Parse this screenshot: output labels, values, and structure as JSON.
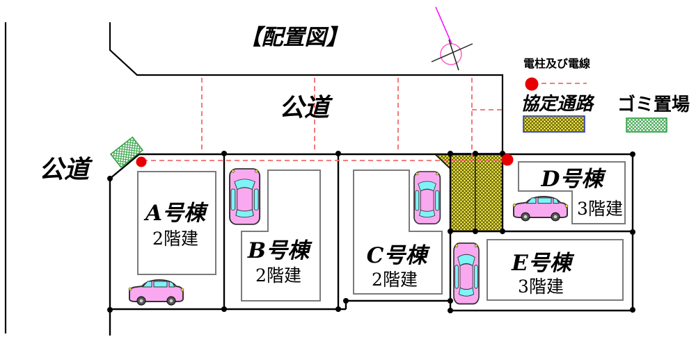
{
  "title": "【配置図】",
  "roads": {
    "top_label": "公道",
    "left_label": "公道"
  },
  "legend": {
    "pole_label": "電柱及び電線",
    "passage_label": "協定通路",
    "garbage_label": "ゴミ置場"
  },
  "buildings": [
    {
      "id": "A",
      "name": "A号棟",
      "floors": "2階建"
    },
    {
      "id": "B",
      "name": "B号棟",
      "floors": "2階建"
    },
    {
      "id": "C",
      "name": "C号棟",
      "floors": "2階建"
    },
    {
      "id": "D",
      "name": "D号棟",
      "floors": "3階建"
    },
    {
      "id": "E",
      "name": "E号棟",
      "floors": "3階建"
    }
  ],
  "colors": {
    "car_body": "#F9A9EF",
    "car_window": "#7EF3F8",
    "passage_yellow": "#F2EE4E",
    "garbage_green": "#2E9E40",
    "marker_red": "#E80000",
    "dashed_red": "#F26A6A",
    "north_magenta": "#FF00FF",
    "building_border": "#7A7A7A"
  }
}
